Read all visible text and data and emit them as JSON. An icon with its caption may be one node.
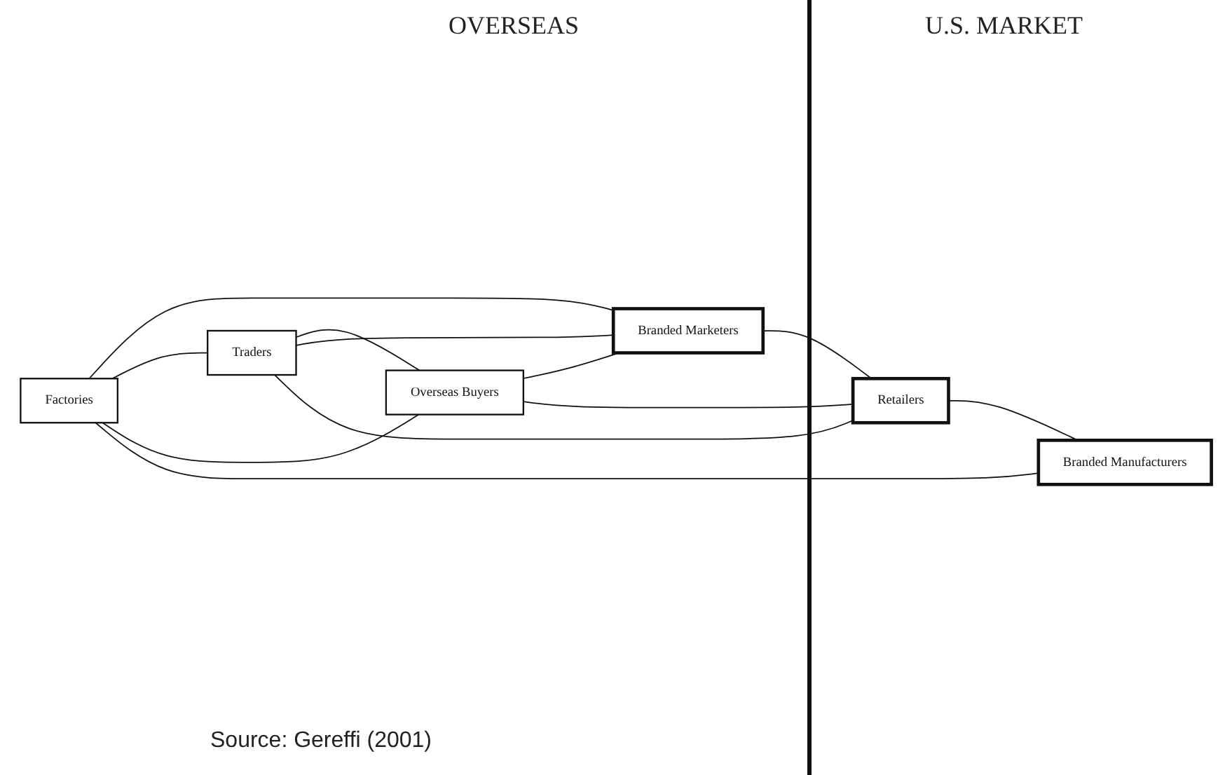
{
  "diagram": {
    "nodes": [
      {
        "text": [
          "Factories"
        ]
      },
      {
        "text": [
          "Traders"
        ]
      },
      {
        "text": [
          "Overseas Buyers"
        ]
      },
      {
        "text": [
          "Branded Marketers"
        ]
      },
      {
        "text": [
          "Retailers"
        ]
      },
      {
        "text": [
          "Branded Manufacturers"
        ]
      }
    ],
    "edges": [
      {
        "from": 0,
        "to": 3,
        "arrow": "none"
      },
      {
        "from": 0,
        "to": 1,
        "arrow": "none"
      },
      {
        "from": 0,
        "to": 2,
        "arrow": "none"
      },
      {
        "from": 0,
        "to": 5,
        "arrow": "none"
      },
      {
        "from": 1,
        "to": 2,
        "arrow": "none"
      },
      {
        "from": 1,
        "to": 3,
        "arrow": "none"
      },
      {
        "from": 1,
        "to": 4,
        "arrow": "none"
      },
      {
        "from": 2,
        "to": 3,
        "arrow": "none"
      },
      {
        "from": 2,
        "to": 4,
        "arrow": "none"
      },
      {
        "from": 3,
        "to": 4,
        "arrow": "none"
      },
      {
        "from": 4,
        "to": 5,
        "arrow": "none"
      }
    ],
    "labels": [
      "OVERSEAS",
      "U.S. MARKET",
      "Source: Gereffi (2001)"
    ]
  }
}
